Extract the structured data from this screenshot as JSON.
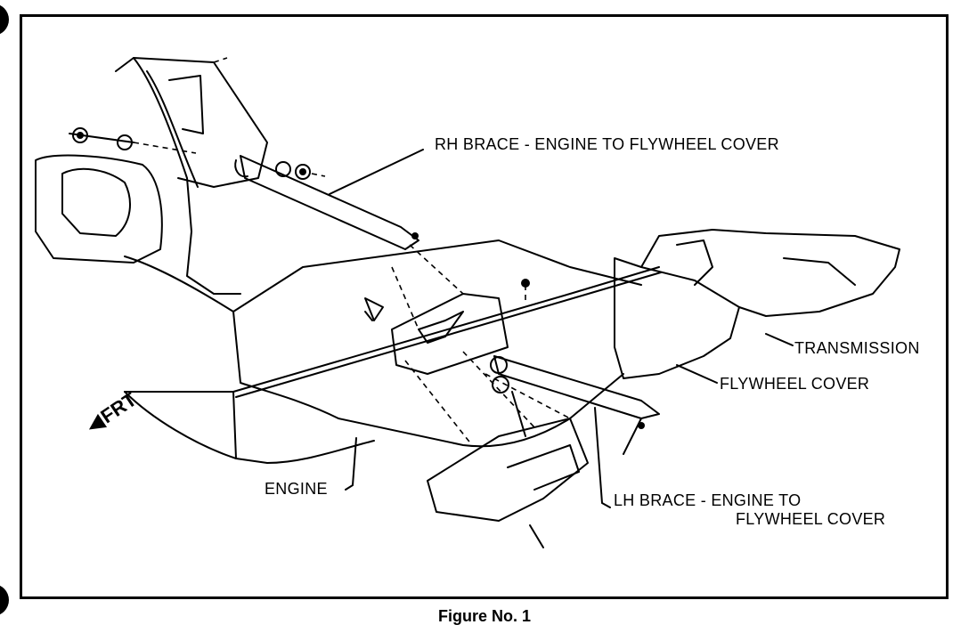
{
  "labels": {
    "rh_brace": "RH BRACE - ENGINE TO FLYWHEEL COVER",
    "transmission": "TRANSMISSION",
    "flywheel_cover": "FLYWHEEL COVER",
    "engine": "ENGINE",
    "lh_brace_line1": "LH BRACE - ENGINE TO",
    "lh_brace_line2": "FLYWHEEL COVER",
    "frt": "FRT"
  },
  "caption": "Figure No. 1",
  "colors": {
    "ink": "#000000",
    "paper": "#ffffff"
  },
  "icons": {
    "front_arrow": "arrow-left-down-icon"
  }
}
